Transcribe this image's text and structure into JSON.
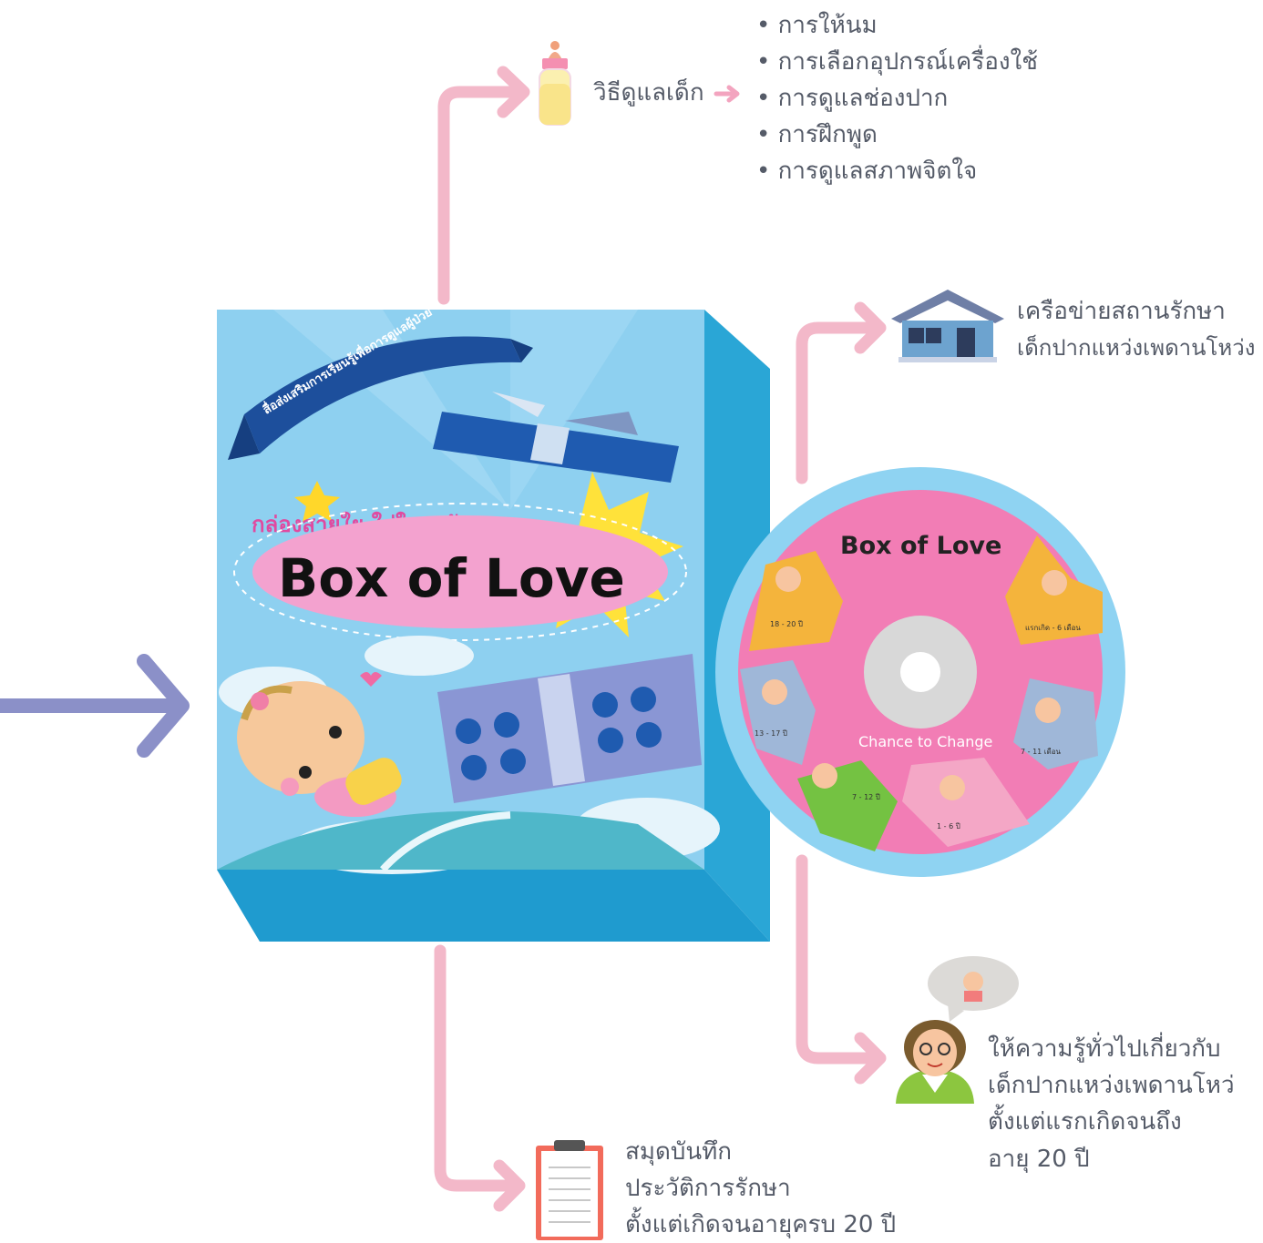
{
  "baby_care": {
    "title": "วิธีดูแลเด็ก",
    "items": [
      "การให้นม",
      "การเลือกอุปกรณ์เครื่องใช้",
      "การดูแลช่องปาก",
      "การฝึกพูด",
      "การดูแลสภาพจิตใจ"
    ]
  },
  "network": {
    "line1": "เครือข่ายสถานรักษา",
    "line2": "เด็กปากแหว่งเพดานโหว่ง"
  },
  "knowledge": {
    "line1": "ให้ความรู้ทั่วไปเกี่ยวกับ",
    "line2": "เด็กปากแหว่งเพดานโหว่",
    "line3": "ตั้งแต่แรกเกิดจนถึง",
    "line4": "อายุ 20 ปี"
  },
  "record_book": {
    "line1": "สมุดบันทึก",
    "line2": "ประวัติการรักษา",
    "line3": "ตั้งแต่เกิดจนอายุครบ 20 ปี"
  },
  "box": {
    "ribbon_text": "สื่อส่งเสริมการเรียนรู้เพื่อการดูแลผู้ป่วย",
    "thai_title": "กล่องสายใย ใส่ใจลูกรัก",
    "title": "Box of Love"
  },
  "disc": {
    "title": "Box of Love",
    "subtitle": "Chance to Change",
    "age_labels": [
      "แรกเกิด - 6 เดือน",
      "7 - 11 เดือน",
      "1 - 6 ปี",
      "7 - 12 ปี",
      "13 - 17 ปี",
      "18 - 20 ปี"
    ]
  },
  "colors": {
    "pink_arrow": "#f3b8c9",
    "blue_arrow": "#8b90c8",
    "box_front": "#8ed0f0",
    "box_side": "#2aa6d6",
    "disc_pink": "#f27db5",
    "disc_ring": "#8fd3f2"
  },
  "icons": [
    "baby-bottle-icon",
    "house-icon",
    "doctor-icon",
    "clipboard-icon"
  ]
}
